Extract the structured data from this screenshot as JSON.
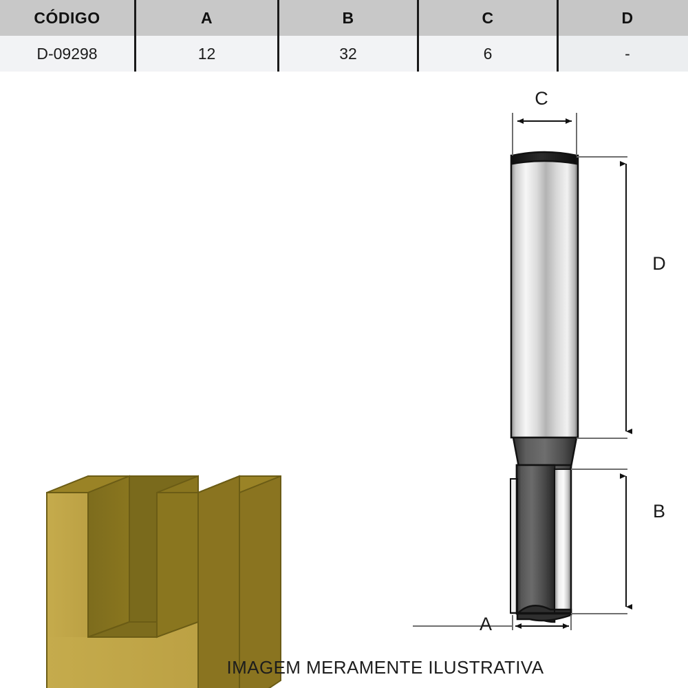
{
  "table": {
    "headers": [
      "CÓDIGO",
      "A",
      "B",
      "C",
      "D"
    ],
    "rows": [
      {
        "codigo": "D-09298",
        "a": "12",
        "b": "32",
        "c": "6",
        "d": "-"
      }
    ],
    "header_bg": "#c8c8c8",
    "row_bg": "#f2f3f5",
    "divider_color": "#1a1a1a"
  },
  "drawing": {
    "dimension_labels": {
      "c": "C",
      "d": "D",
      "b": "B",
      "a": "A"
    },
    "colors": {
      "wood_light_face": "#c2a849",
      "wood_top_face": "#8a7420",
      "wood_dark_inner": "#7a6a1c",
      "wood_right_face": "#8f7a22",
      "wood_outline": "#6b5c15",
      "steel_light": "#f4f4f4",
      "steel_mid": "#9a9a9a",
      "steel_dark": "#3a3a3a",
      "cutter_dark": "#4a4a4a",
      "dimension_line": "#6e6e6e",
      "outline": "#111111"
    }
  },
  "caption": {
    "text": "IMAGEM MERAMENTE ILUSTRATIVA"
  }
}
